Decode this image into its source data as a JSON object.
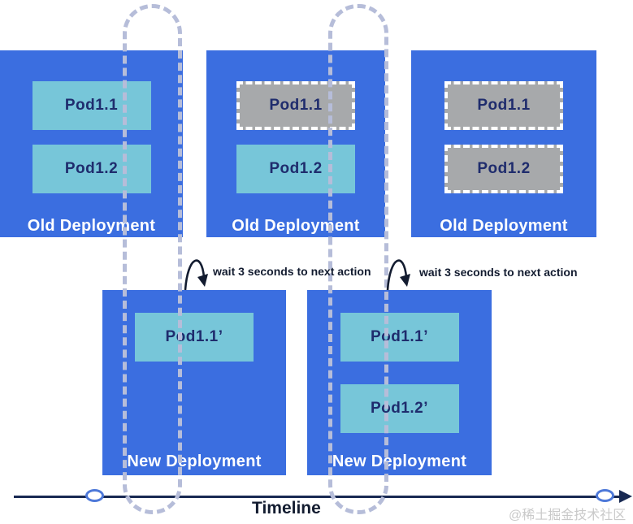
{
  "colors": {
    "deployment_blue": "#3b6ee0",
    "pod_cyan": "#77c6d9",
    "pod_gray": "#a7a9ab",
    "pod_text": "#1f2c6d",
    "deployment_label_text": "#ffffff",
    "capsule_dash": "#b6bdd9",
    "annotation_text": "#131c30",
    "timeline_line": "#182952",
    "timeline_circle_stroke": "#4e79d9",
    "watermark_gray": "#c9c9c9"
  },
  "old_deployments": [
    {
      "label": "Old Deployment",
      "pods": [
        {
          "label": "Pod1.1",
          "state": "running"
        },
        {
          "label": "Pod1.2",
          "state": "running"
        }
      ]
    },
    {
      "label": "Old Deployment",
      "pods": [
        {
          "label": "Pod1.1",
          "state": "terminating"
        },
        {
          "label": "Pod1.2",
          "state": "running"
        }
      ]
    },
    {
      "label": "Old Deployment",
      "pods": [
        {
          "label": "Pod1.1",
          "state": "terminating"
        },
        {
          "label": "Pod1.2",
          "state": "terminating"
        }
      ]
    }
  ],
  "new_deployments": [
    {
      "label": "New Deployment",
      "pods": [
        {
          "label": "Pod1.1’",
          "state": "running"
        }
      ]
    },
    {
      "label": "New Deployment",
      "pods": [
        {
          "label": "Pod1.1’",
          "state": "running"
        },
        {
          "label": "Pod1.2’",
          "state": "running"
        }
      ]
    }
  ],
  "annotations": {
    "wait_1": "wait 3 seconds to next action",
    "wait_2": "wait 3 seconds to next action"
  },
  "icons": {
    "curved_arrow": "arc-with-down-arrowhead",
    "timeline_arrowhead": "right-triangle",
    "timeline_marker": "hollow-ellipse"
  },
  "timeline": {
    "label": "Timeline"
  },
  "watermark": {
    "text": "@稀土掘金技术社区"
  }
}
